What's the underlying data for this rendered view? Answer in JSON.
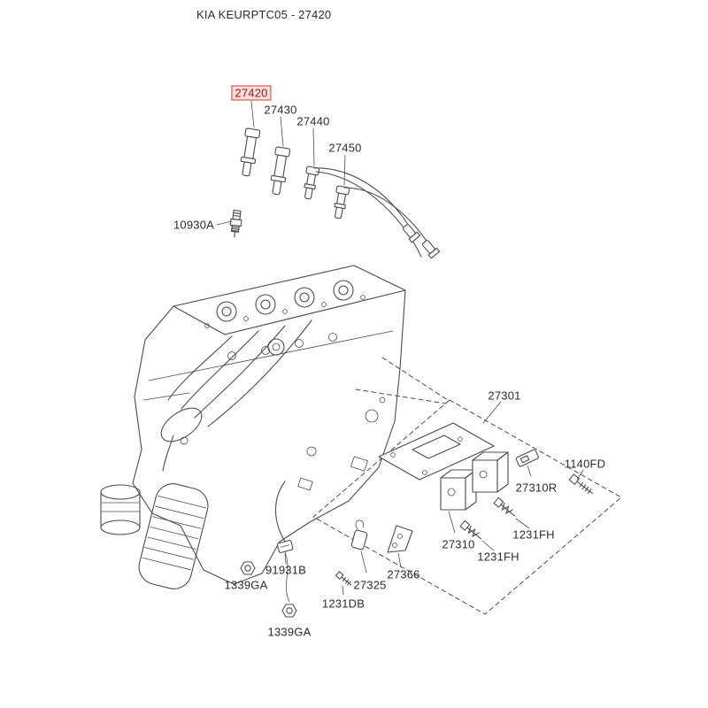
{
  "page": {
    "title": "KIA KEURPTC05 - 27420"
  },
  "theme": {
    "line-color": "#4c4c4c",
    "label-color": "#2b2b2b",
    "highlight-border": "#e03c31",
    "highlight-bg": "#fbdedb",
    "highlight-text": "#8b2019"
  },
  "diagram_type": "parts-exploded-diagram",
  "labels": [
    {
      "id": "27420",
      "text": "27420",
      "highlight": true
    },
    {
      "id": "27430",
      "text": "27430",
      "highlight": false
    },
    {
      "id": "27440",
      "text": "27440",
      "highlight": false
    },
    {
      "id": "27450",
      "text": "27450",
      "highlight": false
    },
    {
      "id": "10930A",
      "text": "10930A",
      "highlight": false
    },
    {
      "id": "27301",
      "text": "27301",
      "highlight": false
    },
    {
      "id": "1140FD",
      "text": "1140FD",
      "highlight": false
    },
    {
      "id": "27310R",
      "text": "27310R",
      "highlight": false
    },
    {
      "id": "27310",
      "text": "27310",
      "highlight": false
    },
    {
      "id": "1231FH-a",
      "text": "1231FH",
      "highlight": false
    },
    {
      "id": "1231FH-b",
      "text": "1231FH",
      "highlight": false
    },
    {
      "id": "91931B",
      "text": "91931B",
      "highlight": false
    },
    {
      "id": "1339GA-a",
      "text": "1339GA",
      "highlight": false
    },
    {
      "id": "27325",
      "text": "27325",
      "highlight": false
    },
    {
      "id": "27366",
      "text": "27366",
      "highlight": false
    },
    {
      "id": "1231DB",
      "text": "1231DB",
      "highlight": false
    },
    {
      "id": "1339GA-b",
      "text": "1339GA",
      "highlight": false
    }
  ]
}
